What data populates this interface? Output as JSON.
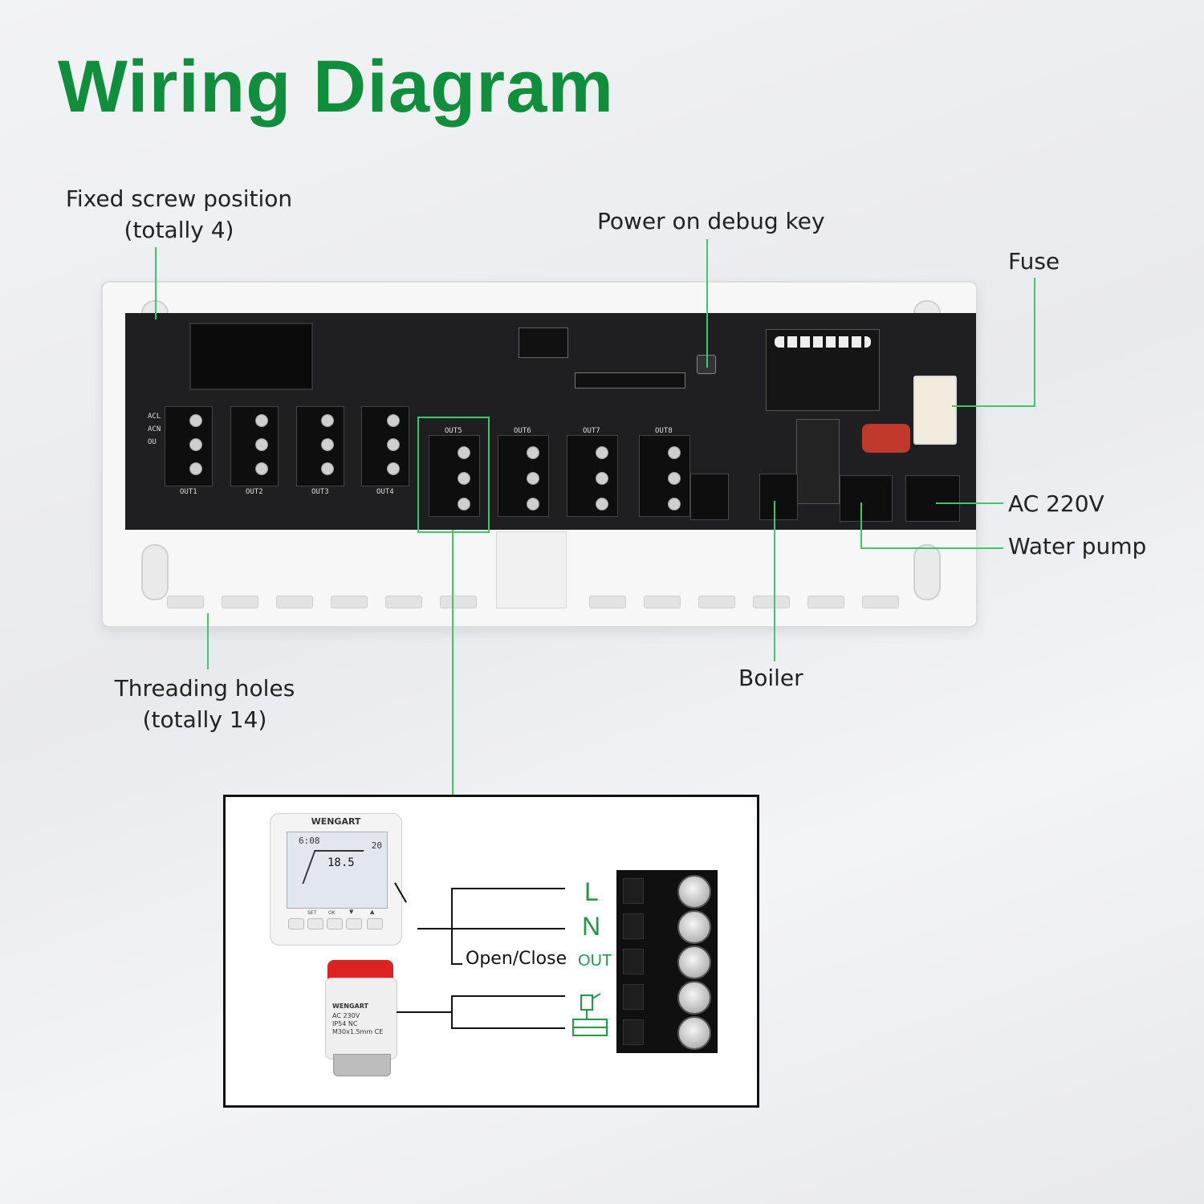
{
  "title": "Wiring Diagram",
  "labels": {
    "fixed_screw_line1": "Fixed screw position",
    "fixed_screw_line2": "(totally 4)",
    "debug_key": "Power on debug key",
    "fuse": "Fuse",
    "ac220": "AC 220V",
    "water_pump": "Water pump",
    "boiler": "Boiler",
    "threading_line1": "Threading holes",
    "threading_line2": "(totally 14)"
  },
  "board": {
    "outputs": [
      "OUT1",
      "OUT2",
      "OUT3",
      "OUT4",
      "OUT5",
      "OUT6",
      "OUT7",
      "OUT8"
    ],
    "left_marks": [
      "ACL",
      "ACN",
      "OU"
    ]
  },
  "detail": {
    "thermostat_brand": "WENGART",
    "thermostat_time": "6:08",
    "thermostat_temp": "18.5",
    "thermostat_set": "20",
    "thermostat_buttons": [
      "SET",
      "OK",
      "▼",
      "▲"
    ],
    "actuator_brand": "WENGART",
    "actuator_lines": [
      "AC 230V",
      "IP54 NC",
      "M30x1.5mm CE"
    ],
    "wire_L": "L",
    "wire_N": "N",
    "open_close": "Open/Close",
    "out": "OUT"
  },
  "colors": {
    "title_green": "#0f8f3c",
    "line_green": "#3cc96a"
  }
}
